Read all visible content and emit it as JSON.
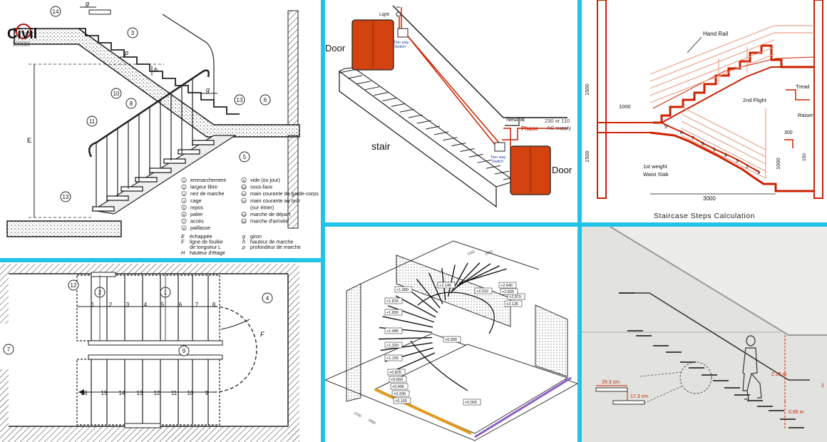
{
  "logo": {
    "text": "Civil",
    "sub1": "ENGINEERING",
    "sub2": "DISCOVERIES"
  },
  "colors": {
    "divider": "#20c4e8",
    "red": "#cc2200",
    "door": "#d2430f",
    "dark": "#222222",
    "blue": "#1a3fa8"
  },
  "panel_a": {
    "callouts": [
      "14",
      "3",
      "10",
      "8",
      "11",
      "13",
      "6",
      "5",
      "13"
    ],
    "dim_g": "g",
    "dim_p": "p",
    "dim_h": "h",
    "dim_g2": "g",
    "dim_e": "E",
    "legend_col1": [
      {
        "n": "1",
        "t": "emmarchement"
      },
      {
        "n": "2",
        "t": "largeur libre"
      },
      {
        "n": "3",
        "t": "nez de marche"
      },
      {
        "n": "4",
        "t": "cage"
      },
      {
        "n": "5",
        "t": "repos"
      },
      {
        "n": "6",
        "t": "palier"
      },
      {
        "n": "7",
        "t": "accès"
      },
      {
        "n": "8",
        "t": "paillasse"
      }
    ],
    "legend_col2": [
      {
        "n": "9",
        "t": "vide (ou jour)"
      },
      {
        "n": "10",
        "t": "sous-face"
      },
      {
        "n": "11",
        "t": "main courante de garde-corps"
      },
      {
        "n": "12",
        "t": "main courante au mur"
      },
      {
        "n": "",
        "t": "(sur étrier)"
      },
      {
        "n": "13",
        "t": "marche de départ"
      },
      {
        "n": "14",
        "t": "marche d'arrivée"
      }
    ],
    "symbols_col1": [
      {
        "s": "E",
        "t": "échappée"
      },
      {
        "s": "F",
        "t": "ligne de foulée"
      },
      {
        "s": "",
        "t": "de longueur L"
      },
      {
        "s": "H",
        "t": "hauteur d'étage"
      }
    ],
    "symbols_col2": [
      {
        "s": "g",
        "t": "giron"
      },
      {
        "s": "h",
        "t": "hauteur de marche"
      },
      {
        "s": "p",
        "t": "profondeur de marche"
      }
    ]
  },
  "panel_d": {
    "top_numbers": [
      "1",
      "2",
      "3",
      "4",
      "5",
      "6",
      "7",
      "8"
    ],
    "bottom_numbers": [
      "16",
      "15",
      "14",
      "13",
      "12",
      "11",
      "10",
      "9"
    ],
    "callouts": [
      "12",
      "2",
      "1",
      "4",
      "7",
      "9"
    ],
    "label_f": "F"
  },
  "panel_b": {
    "light": "Light",
    "switch_top": "Two way\nSwitch",
    "switch_bottom": "Two way\nSwitch",
    "door_left": "Door",
    "door_right": "Door",
    "neutral": "Neutral",
    "phase": "Phase",
    "supply1": "230 or 110",
    "supply2": "AC supply",
    "stair": "stair"
  },
  "panel_c": {
    "hand_rail": "Hand Rail",
    "tread": "Tread",
    "riser": "Raiser",
    "second_flight": "2nd Flight",
    "first_weight": "1st weight",
    "waist_slab": "Waist Slab",
    "dim_1500_top": "1500",
    "dim_1500_bottom": "1500",
    "dim_1000_left": "1000",
    "dim_1000_right": "1000",
    "dim_3000": "3000",
    "dim_300": "300",
    "dim_150": "150",
    "step_numbers": [
      "9",
      "8",
      "7",
      "6",
      "5",
      "4",
      "3",
      "2",
      "1"
    ],
    "caption": "Staircase Steps Calculation"
  },
  "panel_e": {
    "levels": [
      "+3.135",
      "+2.970",
      "+2.805",
      "+2.640",
      "+2.310",
      "+2.145",
      "+1.980",
      "+1.815",
      "+1.650",
      "+1.485",
      "+1.320",
      "+1.155",
      "+0.990",
      "+0.825",
      "+0.660",
      "+0.495",
      "+0.330",
      "+0.165",
      "+0.000"
    ],
    "dims": [
      "1160",
      "2890",
      "1200",
      "2890"
    ]
  },
  "panel_f": {
    "tread": "29.3 cm",
    "riser": "17.3 cm",
    "headroom": "2.15 m",
    "handrail": "0.85 m",
    "edge": "2"
  }
}
